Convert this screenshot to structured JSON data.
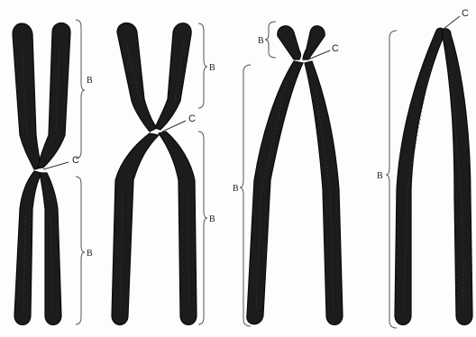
{
  "figure": {
    "chromosomes": [
      {
        "type": "metacentric",
        "labels": {
          "upper_arm": "B",
          "centromere": "C",
          "lower_arm": "B"
        }
      },
      {
        "type": "submetacentric",
        "labels": {
          "upper_arm": "B",
          "centromere": "C",
          "lower_arm": "B"
        }
      },
      {
        "type": "acrocentric",
        "labels": {
          "upper_arm": "B",
          "centromere": "C",
          "lower_arm": "B"
        }
      },
      {
        "type": "telocentric",
        "labels": {
          "arm": "B",
          "centromere": "C"
        }
      }
    ],
    "colors": {
      "chromatid": "#1c1c1c",
      "brace": "#555555",
      "background": "#fdfdfb"
    }
  }
}
